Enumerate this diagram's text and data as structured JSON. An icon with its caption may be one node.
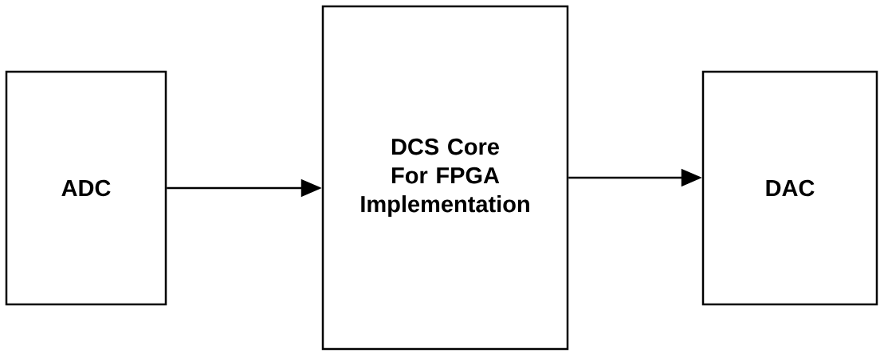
{
  "diagram": {
    "nodes": [
      {
        "text": [
          "ADC"
        ]
      },
      {
        "text": [
          "DCS Core For FPGA Implementation"
        ]
      },
      {
        "text": [
          "DAC"
        ]
      }
    ],
    "edges": [
      {
        "from": 0,
        "to": 1,
        "arrow": "to"
      },
      {
        "from": 1,
        "to": 2,
        "arrow": "to"
      }
    ]
  }
}
